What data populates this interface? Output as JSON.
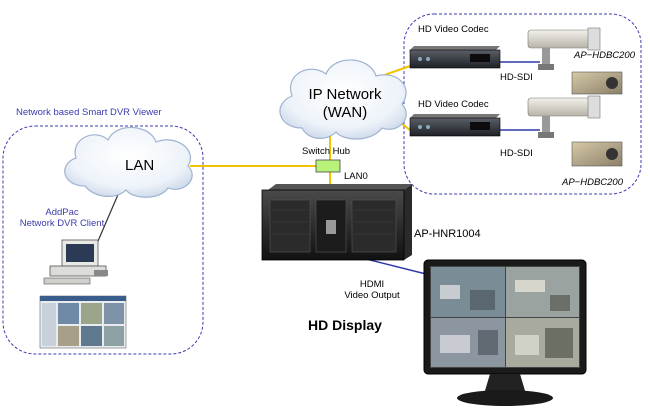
{
  "viewer": {
    "title": "Network based Smart DVR Viewer",
    "client_label_line1": "AddPac",
    "client_label_line2": "Network DVR Client"
  },
  "lan": {
    "label": "LAN"
  },
  "wan": {
    "label_line1": "IP Network",
    "label_line2": "(WAN)"
  },
  "switch": {
    "label": "Switch Hub",
    "port_label": "LAN0"
  },
  "nvr": {
    "model": "AP-HNR1004"
  },
  "codecs": [
    {
      "label": "HD Video Codec",
      "sdi_label": "HD-SDI",
      "camera_model": "AP−HDBC200"
    },
    {
      "label": "HD Video Codec",
      "sdi_label": "HD-SDI",
      "camera_model": "AP−HDBC200"
    }
  ],
  "hdmi": {
    "label_line1": "HDMI",
    "label_line2": "Video Output"
  },
  "display": {
    "label": "HD Display"
  },
  "colors": {
    "dashed_border": "#3b3bb0",
    "link_yellow": "#f2c200",
    "link_blue": "#2e3aa8",
    "switch_green": "#b9f27a"
  }
}
